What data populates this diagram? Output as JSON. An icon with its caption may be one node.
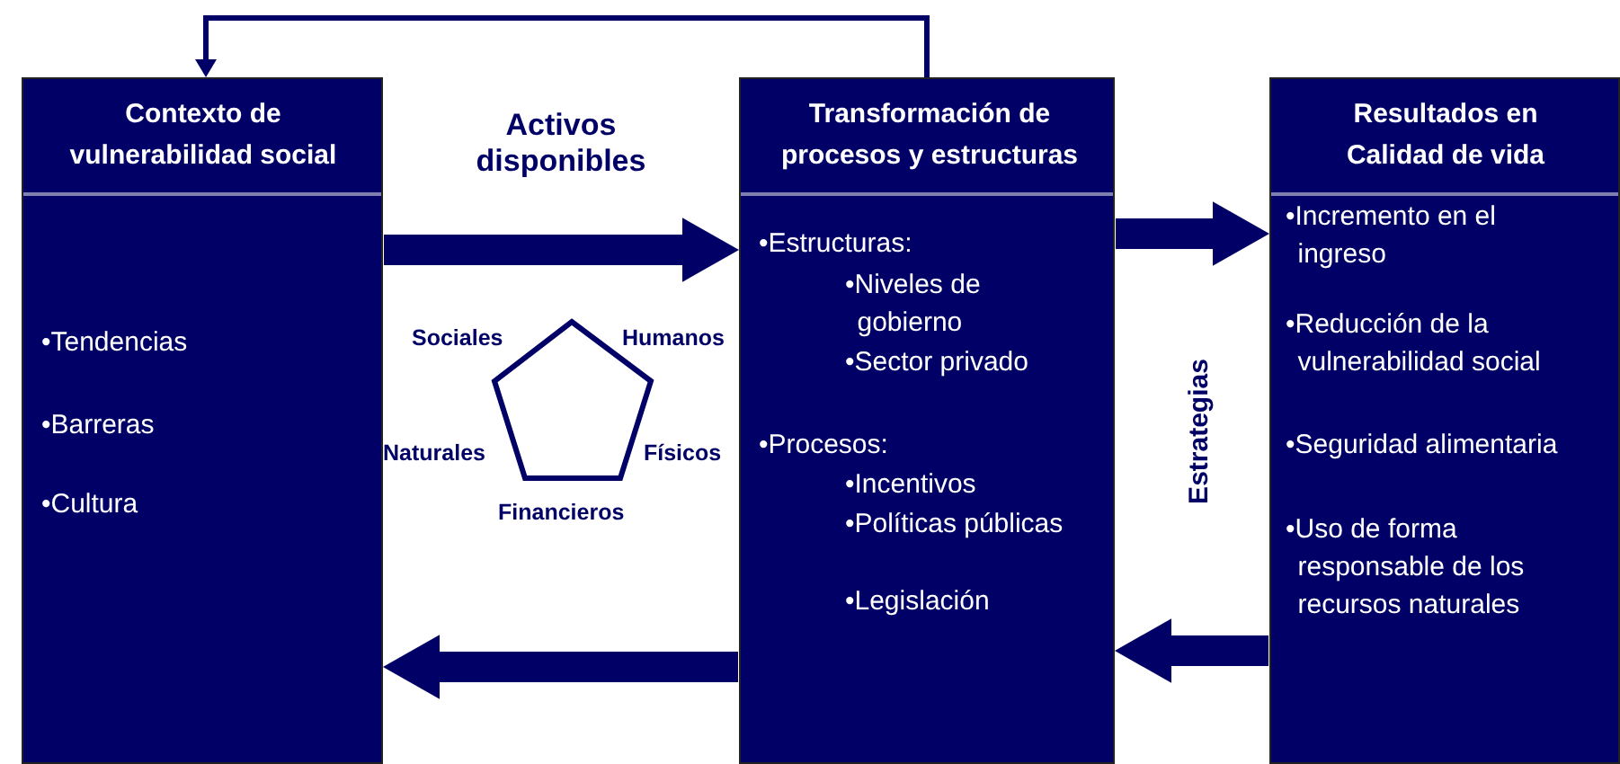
{
  "diagram": {
    "nodes": [
      {
        "text": [
          "Contexto de vulnerabilidad social",
          "•Tendencias",
          "•Barreras",
          "•Cultura"
        ]
      },
      {
        "text": [
          "Transformación de procesos y estructuras",
          "•Estructuras:",
          "•Niveles de gobierno",
          "•Sector privado",
          "•Procesos:",
          "•Incentivos",
          "•Políticas públicas",
          "•Legislación"
        ]
      },
      {
        "text": [
          "Resultados en Calidad de vida",
          "•Incremento en el ingreso",
          "•Reducción de la vulnerabilidad social",
          "•Seguridad alimentaria",
          "•Uso de forma responsable de los recursos naturales"
        ]
      }
    ],
    "edges": [
      {
        "from": 1,
        "to": 0,
        "arrow": "to"
      },
      {
        "from": 0,
        "to": 1,
        "arrow": "to",
        "style": "thick"
      },
      {
        "from": 1,
        "to": 0,
        "arrow": "to",
        "style": "thick"
      },
      {
        "from": 1,
        "to": 2,
        "arrow": "to",
        "style": "thick"
      },
      {
        "from": 2,
        "to": 1,
        "arrow": "to",
        "style": "thick"
      }
    ],
    "labels": [
      "Activos disponibles",
      "Sociales",
      "Humanos",
      "Naturales",
      "Físicos",
      "Financieros",
      "Estrategias"
    ]
  }
}
